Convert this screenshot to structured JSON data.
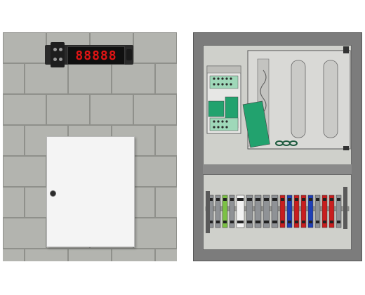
{
  "display": {
    "digits": "88888"
  },
  "colors": {
    "wall": "#a9aaa5",
    "brick": "#b3b4af",
    "mortar": "#8f908b",
    "door": "#f4f4f4",
    "cabinet_frame": "#7c7c7c",
    "mounting_plate": "#cfd0cb",
    "power_supply_green": "#22a26e",
    "terminal_red": "#c81e1e",
    "terminal_blue": "#1f3fb5",
    "terminal_green": "#7cc144",
    "terminal_gray": "#8f9296"
  },
  "components": {
    "power_supply": "power-supply-module",
    "relay_module": "relay-module",
    "terminals": [
      "gray",
      "gray",
      "green",
      "gray",
      "white",
      "gray",
      "gray",
      "gray",
      "gray",
      "red",
      "blue",
      "red",
      "red",
      "blue",
      "gray",
      "red",
      "red",
      "gray"
    ]
  }
}
